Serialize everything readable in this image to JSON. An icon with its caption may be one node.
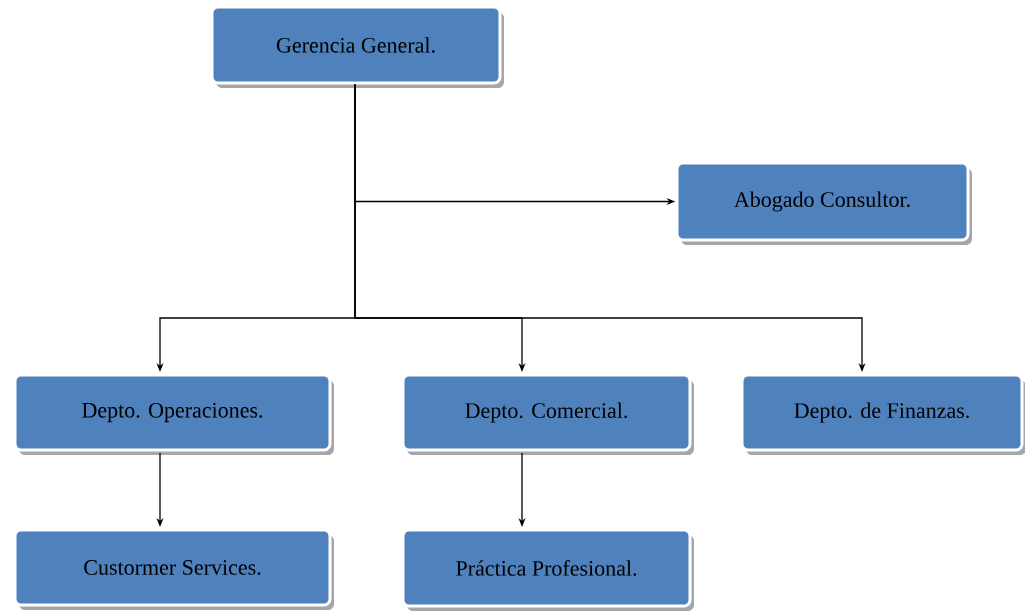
{
  "diagram": {
    "nodes": [
      {
        "text": [
          "Gerencia General."
        ]
      },
      {
        "text": [
          "Abogado Consultor."
        ]
      },
      {
        "text": [
          "Depto. Operaciones."
        ]
      },
      {
        "text": [
          "Depto. Comercial."
        ]
      },
      {
        "text": [
          "Depto. de Finanzas."
        ]
      },
      {
        "text": [
          "Custormer Services."
        ]
      },
      {
        "text": [
          "Práctica Profesional."
        ]
      }
    ],
    "edges": [
      {
        "from": 0,
        "to": 1,
        "arrow": "to"
      },
      {
        "from": 0,
        "to": 2,
        "arrow": "to"
      },
      {
        "from": 0,
        "to": 3,
        "arrow": "to"
      },
      {
        "from": 0,
        "to": 4,
        "arrow": "to"
      },
      {
        "from": 2,
        "to": 5,
        "arrow": "to"
      },
      {
        "from": 3,
        "to": 6,
        "arrow": "to"
      }
    ]
  }
}
